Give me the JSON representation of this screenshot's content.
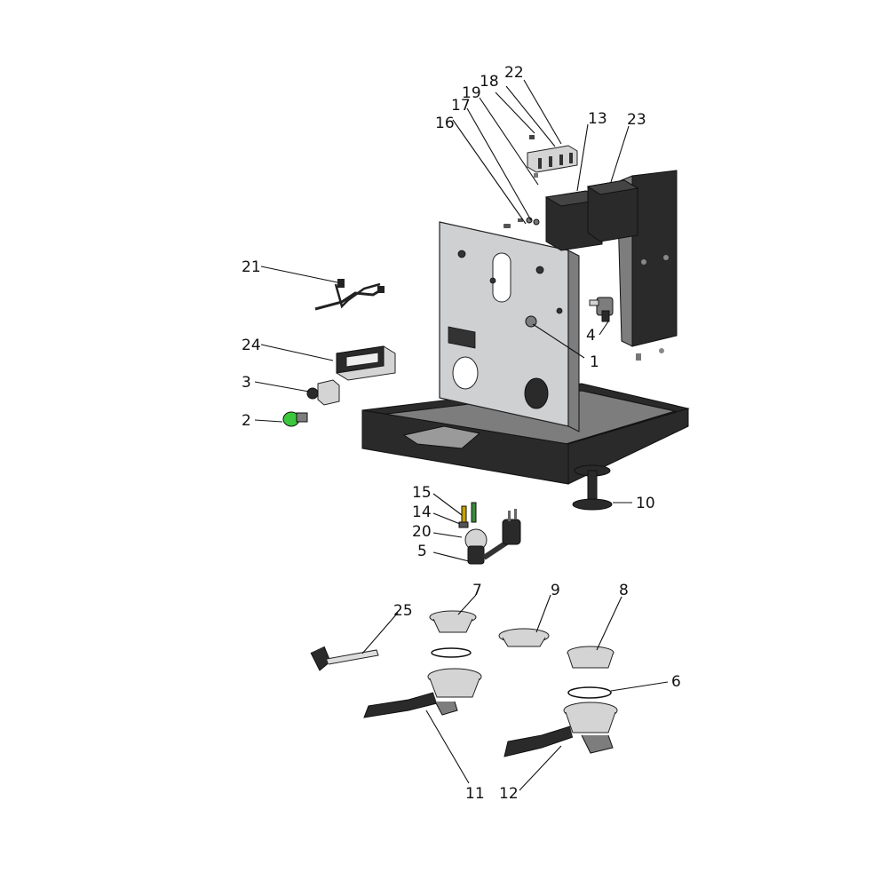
{
  "callouts": [
    {
      "id": "c22",
      "label": "22"
    },
    {
      "id": "c18",
      "label": "18"
    },
    {
      "id": "c19",
      "label": "19"
    },
    {
      "id": "c17",
      "label": "17"
    },
    {
      "id": "c16",
      "label": "16"
    },
    {
      "id": "c13",
      "label": "13"
    },
    {
      "id": "c23",
      "label": "23"
    },
    {
      "id": "c21",
      "label": "21"
    },
    {
      "id": "c24",
      "label": "24"
    },
    {
      "id": "c3",
      "label": "3"
    },
    {
      "id": "c2",
      "label": "2"
    },
    {
      "id": "c4",
      "label": "4"
    },
    {
      "id": "c1",
      "label": "1"
    },
    {
      "id": "c10",
      "label": "10"
    },
    {
      "id": "c15",
      "label": "15"
    },
    {
      "id": "c14",
      "label": "14"
    },
    {
      "id": "c20",
      "label": "20"
    },
    {
      "id": "c5",
      "label": "5"
    },
    {
      "id": "c7",
      "label": "7"
    },
    {
      "id": "c9",
      "label": "9"
    },
    {
      "id": "c8",
      "label": "8"
    },
    {
      "id": "c25",
      "label": "25"
    },
    {
      "id": "c6",
      "label": "6"
    },
    {
      "id": "c11",
      "label": "11"
    },
    {
      "id": "c12",
      "label": "12"
    }
  ],
  "colors": {
    "line": "#111111",
    "dark_part": "#2a2a2a",
    "plate": "#cfd0d2",
    "indicator_green": "#3cc83c"
  }
}
